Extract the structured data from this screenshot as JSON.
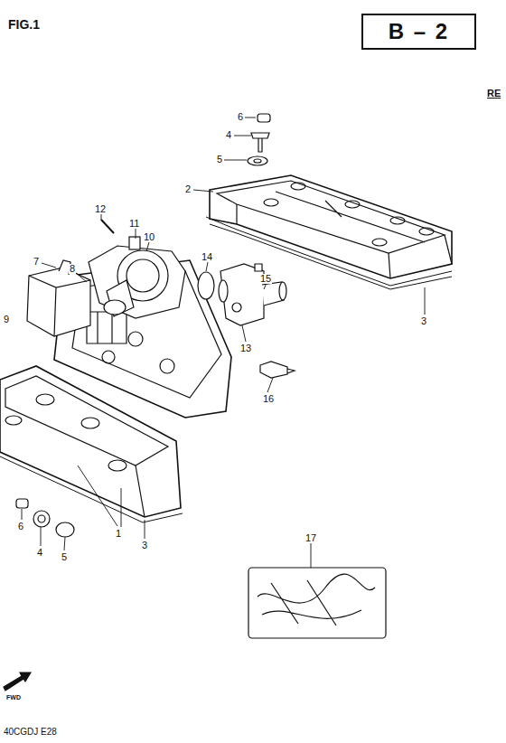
{
  "diagram": {
    "nodes": [
      {
        "text": [
          "B – 2"
        ]
      }
    ],
    "labels": [
      "FIG.1",
      "RE",
      "6",
      "4",
      "5",
      "2",
      "12",
      "11",
      "10",
      "14",
      "8",
      "7",
      "9",
      "15",
      "13",
      "16",
      "3",
      "1",
      "3",
      "6",
      "4",
      "5",
      "17",
      "40CGDJ E28",
      "FWD"
    ]
  }
}
